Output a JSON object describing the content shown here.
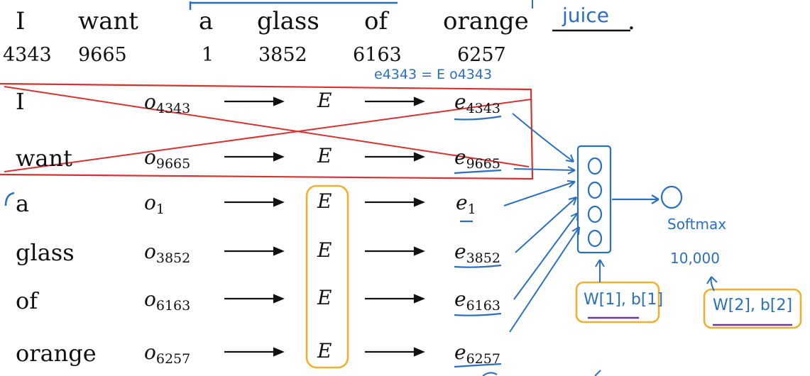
{
  "sentence": {
    "words": [
      "I",
      "want",
      "a",
      "glass",
      "of",
      "orange"
    ],
    "ids": [
      "4343",
      "9665",
      "1",
      "3852",
      "6163",
      "6257"
    ],
    "target": "juice",
    "period": "."
  },
  "equation": "e4343 = E o4343",
  "rows": [
    {
      "word": "I",
      "o_base": "o",
      "o_sub": "4343",
      "E": "E",
      "e_base": "e",
      "e_sub": "4343"
    },
    {
      "word": "want",
      "o_base": "o",
      "o_sub": "9665",
      "E": "E",
      "e_base": "e",
      "e_sub": "9665"
    },
    {
      "word": "a",
      "o_base": "o",
      "o_sub": "1",
      "E": "E",
      "e_base": "e",
      "e_sub": "1"
    },
    {
      "word": "glass",
      "o_base": "o",
      "o_sub": "3852",
      "E": "E",
      "e_base": "e",
      "e_sub": "3852"
    },
    {
      "word": "of",
      "o_base": "o",
      "o_sub": "6163",
      "E": "E",
      "e_base": "e",
      "e_sub": "6163"
    },
    {
      "word": "orange",
      "o_base": "o",
      "o_sub": "6257",
      "E": "E",
      "e_base": "e",
      "e_sub": "6257"
    }
  ],
  "network": {
    "params1": "W[1], b[1]",
    "output_label": "Softmax",
    "output_size": "10,000",
    "params2": "W[2], b[2]"
  },
  "colors": {
    "ink": "#111111",
    "annotation_blue": "#2a6fc0",
    "cross_red": "#d93030",
    "highlight_yellow": "#f0b030",
    "underline_purple": "#6a3aa0"
  }
}
